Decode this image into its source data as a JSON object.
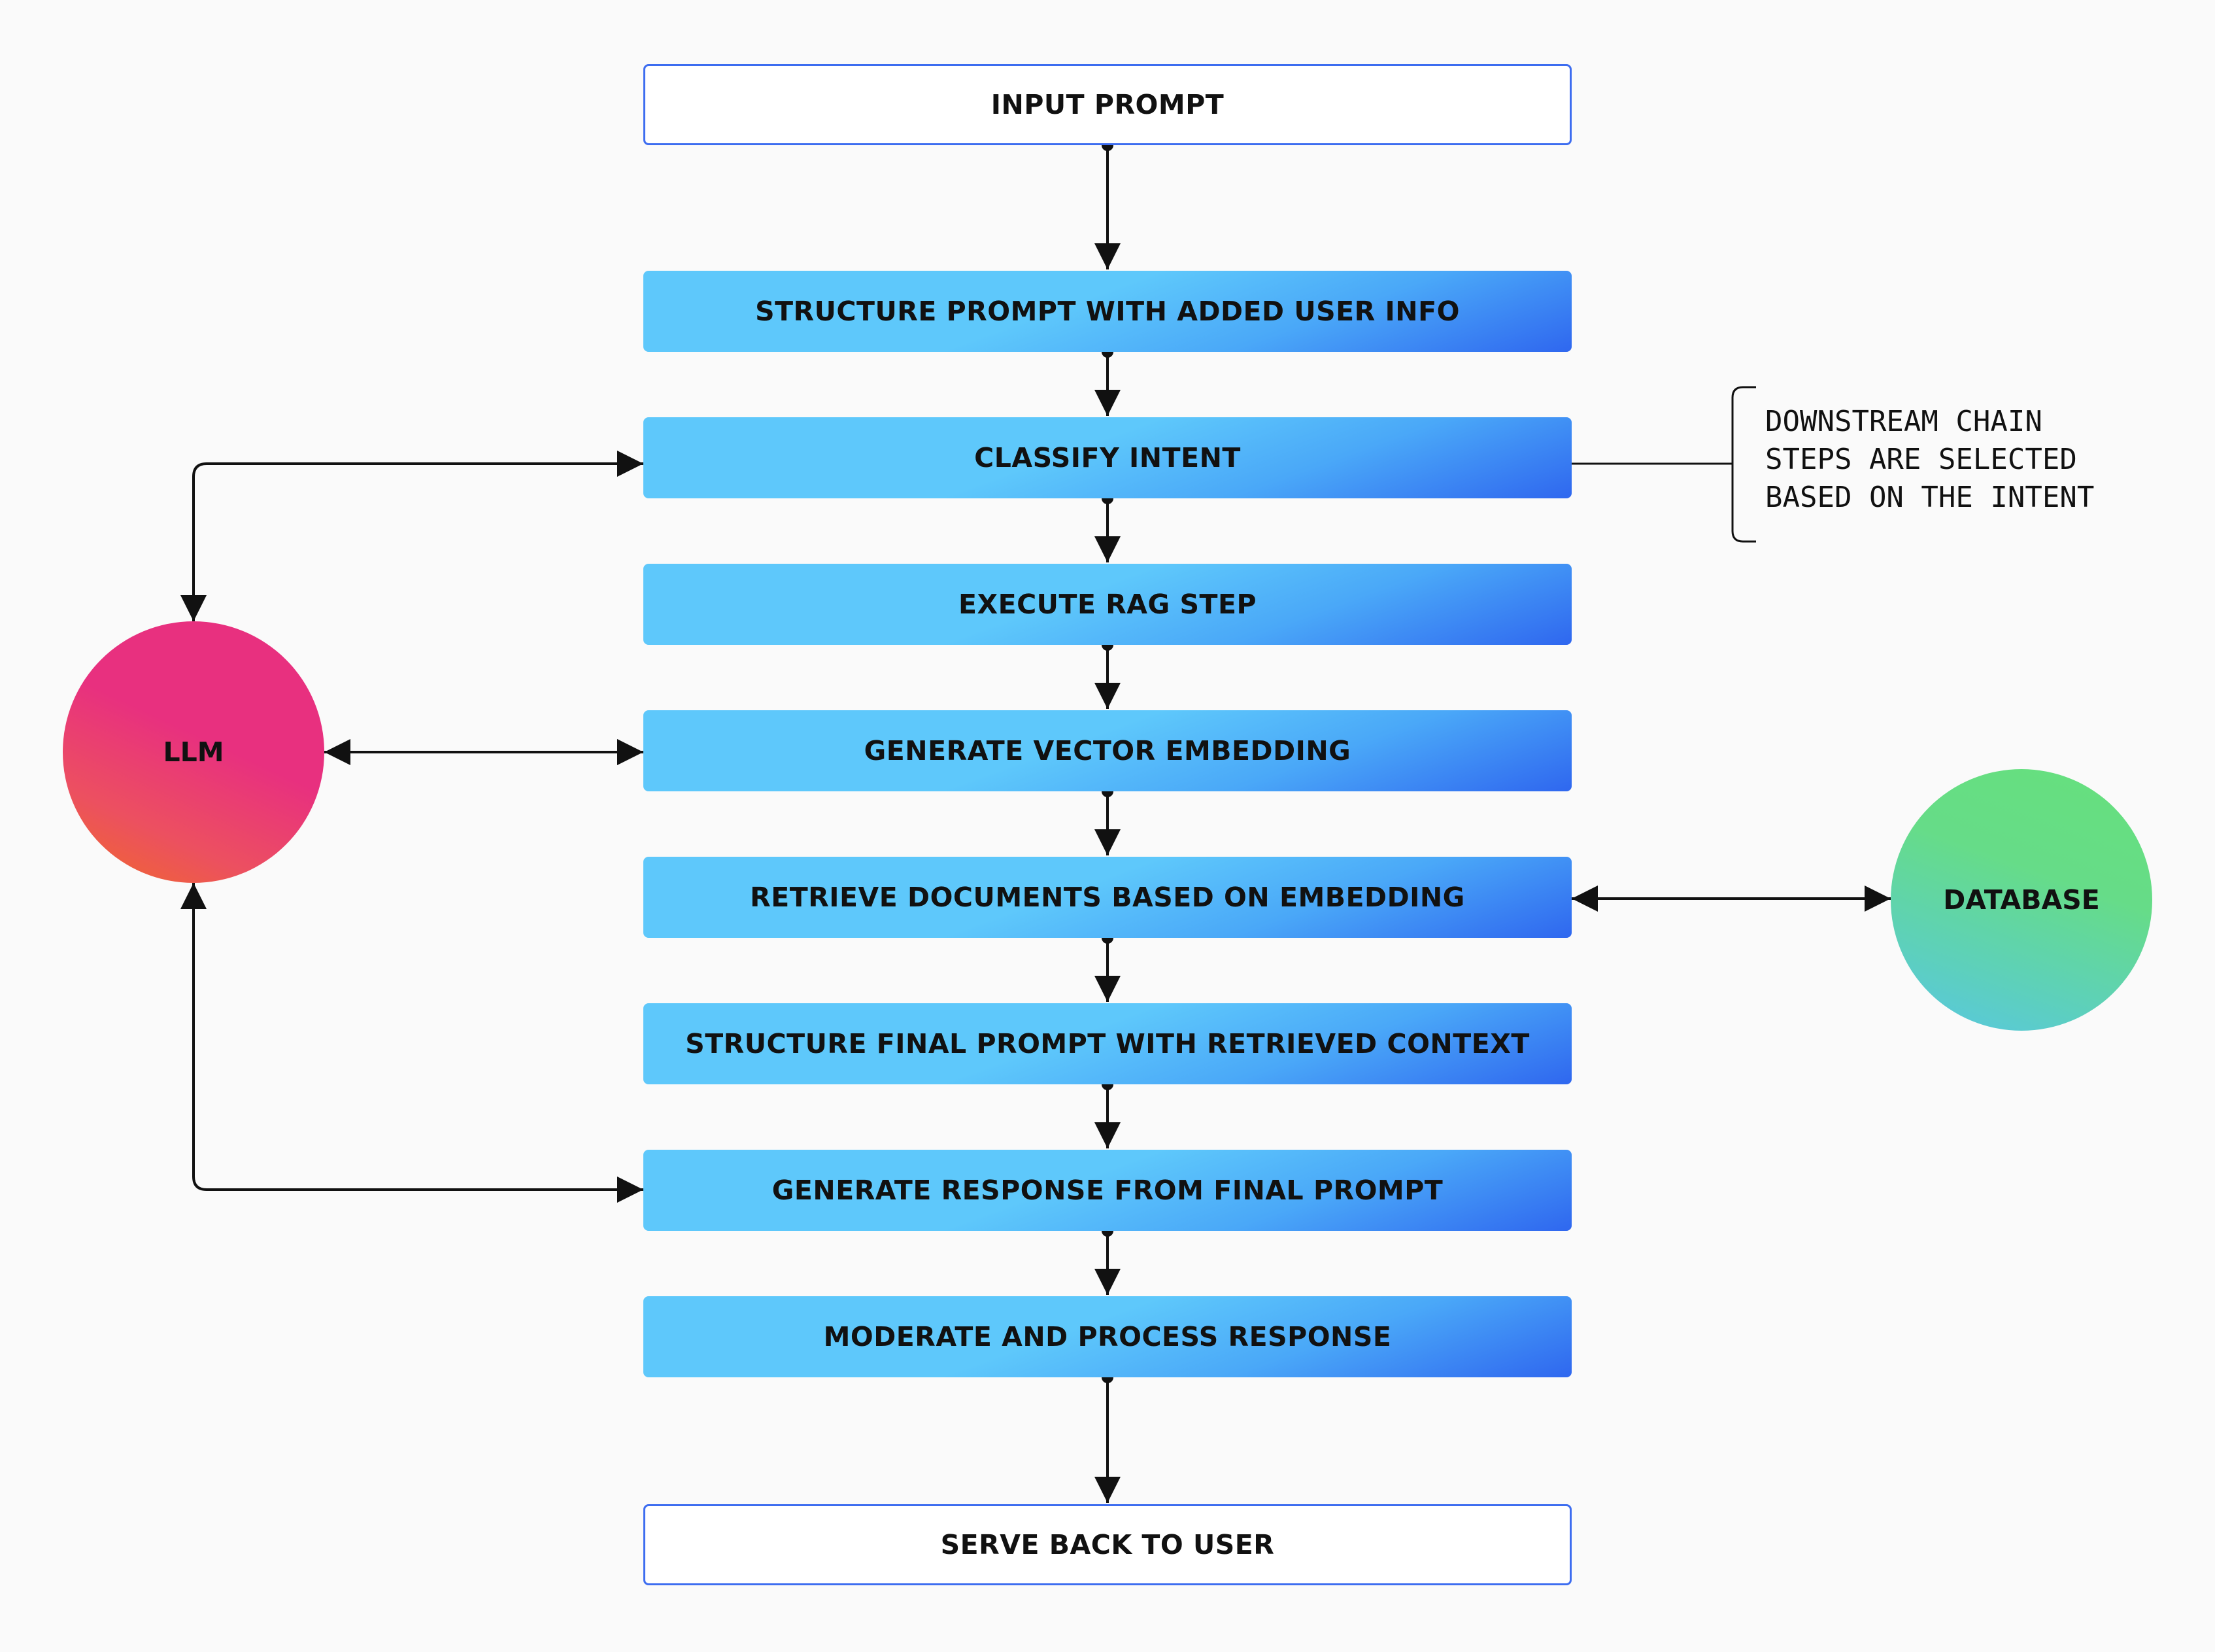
{
  "steps": [
    {
      "id": "input-prompt",
      "label": "INPUT PROMPT",
      "style": "outline"
    },
    {
      "id": "structure-prompt",
      "label": "STRUCTURE PROMPT WITH ADDED USER INFO",
      "style": "filled"
    },
    {
      "id": "classify-intent",
      "label": "CLASSIFY INTENT",
      "style": "filled"
    },
    {
      "id": "execute-rag",
      "label": "EXECUTE RAG STEP",
      "style": "filled"
    },
    {
      "id": "generate-embedding",
      "label": "GENERATE VECTOR EMBEDDING",
      "style": "filled"
    },
    {
      "id": "retrieve-documents",
      "label": "RETRIEVE DOCUMENTS BASED ON EMBEDDING",
      "style": "filled"
    },
    {
      "id": "structure-final-prompt",
      "label": "STRUCTURE FINAL PROMPT WITH RETRIEVED CONTEXT",
      "style": "filled"
    },
    {
      "id": "generate-response",
      "label": "GENERATE RESPONSE FROM FINAL PROMPT",
      "style": "filled"
    },
    {
      "id": "moderate-response",
      "label": "MODERATE AND PROCESS RESPONSE",
      "style": "filled"
    },
    {
      "id": "serve-back",
      "label": "SERVE BACK TO USER",
      "style": "outline"
    }
  ],
  "nodes": {
    "llm": {
      "label": "LLM"
    },
    "database": {
      "label": "DATABASE"
    }
  },
  "note": {
    "lines": [
      "DOWNSTREAM CHAIN",
      "STEPS ARE SELECTED",
      "BASED ON THE INTENT"
    ]
  },
  "colors": {
    "outline_border": "#3d6df0",
    "box_light": "#5ec8fb",
    "box_dark": "#2f67ef",
    "llm_top": "#e8307f",
    "llm_bottom": "#f06a28",
    "database_top": "#66e07c",
    "database_bottom": "#58c6e4",
    "line": "#111111"
  }
}
